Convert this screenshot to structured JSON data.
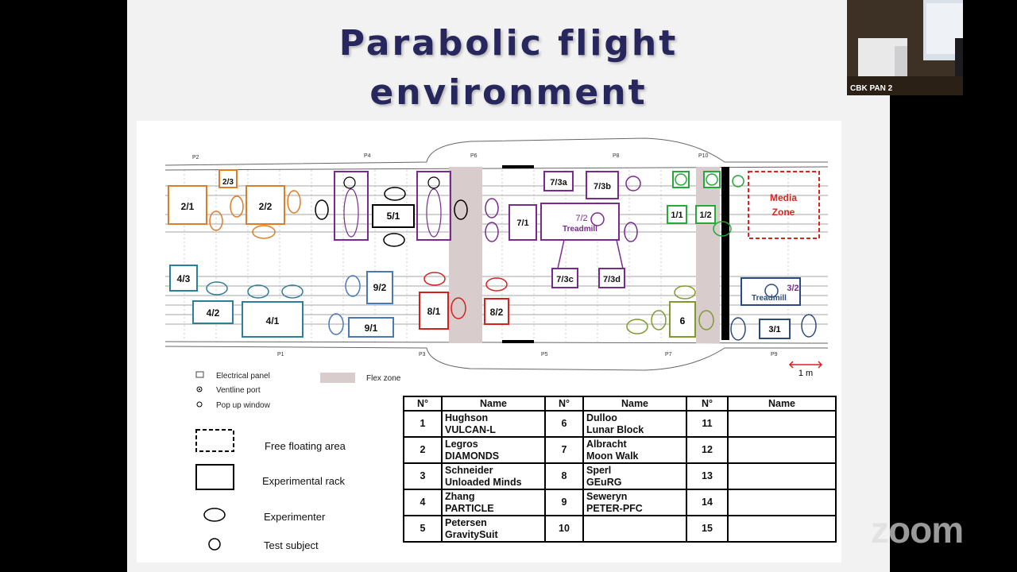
{
  "slide": {
    "title_line1": "Parabolic flight",
    "title_line2": "environment"
  },
  "plan": {
    "ports_top": [
      "P2",
      "P4",
      "P6",
      "P8",
      "P10"
    ],
    "ports_bottom": [
      "P1",
      "P3",
      "P5",
      "P7",
      "P9"
    ],
    "racks": {
      "r2_3": "2/3",
      "r2_1": "2/1",
      "r2_2": "2/2",
      "r5_1": "5/1",
      "r7_3a": "7/3a",
      "r7_3b": "7/3b",
      "r7_1": "7/1",
      "r7_2": "7/2",
      "treadmill1": "Treadmill",
      "r7_3c": "7/3c",
      "r7_3d": "7/3d",
      "r1_1": "1/1",
      "r1_2": "1/2",
      "r4_3": "4/3",
      "r4_2": "4/2",
      "r4_1": "4/1",
      "r9_2": "9/2",
      "r9_1": "9/1",
      "r8_1": "8/1",
      "r8_2": "8/2",
      "r6": "6",
      "r3_2": "3/2",
      "treadmill2": "Treadmill",
      "r3_1": "3/1"
    },
    "media_line1": "Media",
    "media_line2": "Zone",
    "scale": "1 m"
  },
  "legend": {
    "electrical_panel": "Electrical panel",
    "ventline_port": "Ventline port",
    "popup_window": "Pop up window",
    "flex_zone": "Flex zone",
    "free_floating": "Free floating area",
    "experimental_rack": "Experimental rack",
    "experimenter": "Experimenter",
    "test_subject": "Test subject"
  },
  "table": {
    "headers": [
      "N°",
      "Name",
      "N°",
      "Name",
      "N°",
      "Name"
    ],
    "rows": [
      {
        "n1": "1",
        "a1": "Hughson",
        "b1": "VULCAN-L",
        "n2": "6",
        "a2": "Dulloo",
        "b2": "Lunar Block",
        "n3": "11"
      },
      {
        "n1": "2",
        "a1": "Legros",
        "b1": "DIAMONDS",
        "n2": "7",
        "a2": "Albracht",
        "b2": "Moon Walk",
        "n3": "12"
      },
      {
        "n1": "3",
        "a1": "Schneider",
        "b1": "Unloaded Minds",
        "n2": "8",
        "a2": "Sperl",
        "b2": "GEuRG",
        "n3": "13"
      },
      {
        "n1": "4",
        "a1": "Zhang",
        "b1": "PARTICLE",
        "n2": "9",
        "a2": "Seweryn",
        "b2": "PETER-PFC",
        "n3": "14"
      },
      {
        "n1": "5",
        "a1": "Petersen",
        "b1": "GravitySuit",
        "n2": "10",
        "a2": "",
        "b2": "",
        "n3": "15"
      }
    ]
  },
  "video": {
    "label": "CBK PAN 2"
  },
  "zoom": {
    "logo": "zoom"
  },
  "colors": {
    "title": "#27275e",
    "orange": "#e07b27",
    "purple": "#7a2a8f",
    "teal": "#2e7d9a",
    "blue": "#4a7ab5",
    "red": "#d62020",
    "green": "#27a83a",
    "olive": "#7f9a2e",
    "navy": "#2a4a80",
    "media": "#e0221f",
    "flex": "#d9cccc"
  }
}
